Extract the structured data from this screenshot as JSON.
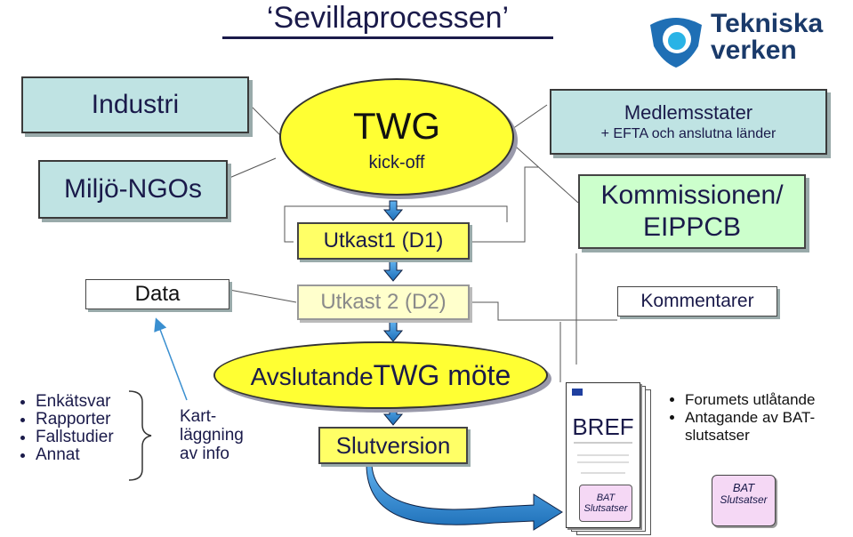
{
  "title": "Sevillaprocessen",
  "logo": {
    "line1": "Tekniska",
    "line2": "verken"
  },
  "left": {
    "industri": "Industri",
    "miljo": "Miljö-NGOs",
    "data": "Data"
  },
  "center": {
    "twg": "TWG",
    "kickoff": "kick-off",
    "utkast1": "Utkast1 (D1)",
    "utkast2": "Utkast 2 (D2)",
    "avslutande_prefix": "Avslutande",
    "avslutande_suffix": "TWG möte",
    "slutversion": "Slutversion"
  },
  "right": {
    "medlemsstater": "Medlemsstater",
    "efta": "+ EFTA och anslutna länder",
    "kommissionen_l1": "Kommissionen/",
    "kommissionen_l2": "EIPPCB",
    "kommentarer": "Kommentarer"
  },
  "sources": [
    "Enkätsvar",
    "Rapporter",
    "Fallstudier",
    "Annat"
  ],
  "kartlaggning": {
    "l1": "Kart-",
    "l2": "läggning",
    "l3": "av info"
  },
  "bref": {
    "label": "BREF",
    "bat": "BAT",
    "slutsatser": "Slutsatser"
  },
  "forum": [
    "Forumets utlåtande",
    "Antagande av BAT-slutsatser"
  ],
  "scroll_bat": {
    "line1": "BAT",
    "line2": "Slutsatser"
  },
  "colors": {
    "teal": "#bfe3e3",
    "yellow": "#ffff33",
    "arrow_blue": "#2f8fd6",
    "logo_blue": "#1f6fb5",
    "logo_cyan": "#29b3e6"
  }
}
